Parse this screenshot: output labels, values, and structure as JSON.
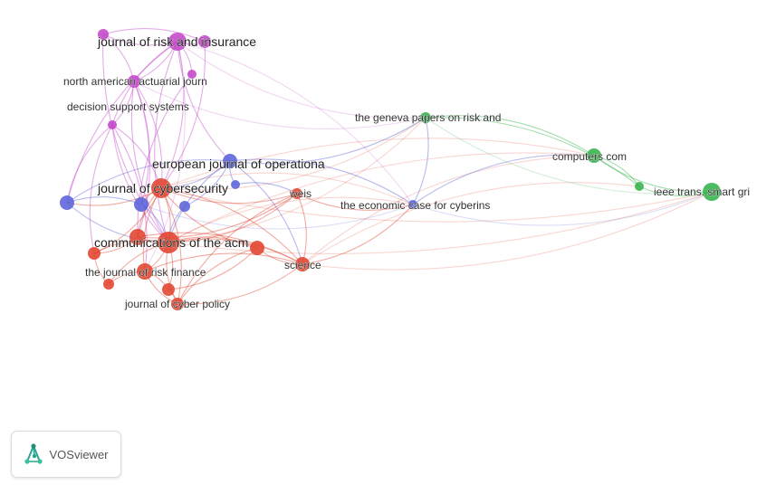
{
  "app": {
    "brand_name": "VOSviewer",
    "brand_logo_icon": "vosviewer-logo-icon"
  },
  "clusters": {
    "red": "#e1432d",
    "blue": "#5a63d9",
    "green": "#34b34a",
    "magenta": "#c346c9"
  },
  "nodes": [
    {
      "id": "jri",
      "label": "journal of risk and insurance",
      "cluster": "magenta",
      "weight": 10,
      "big": true
    },
    {
      "id": "naaj",
      "label": "north american actuarial journ",
      "cluster": "magenta",
      "weight": 7
    },
    {
      "id": "dss",
      "label": "decision support systems",
      "cluster": "magenta",
      "weight": 5
    },
    {
      "id": "m1",
      "label": "",
      "cluster": "magenta",
      "weight": 6
    },
    {
      "id": "m2",
      "label": "",
      "cluster": "magenta",
      "weight": 7
    },
    {
      "id": "m3",
      "label": "",
      "cluster": "magenta",
      "weight": 5
    },
    {
      "id": "ejor",
      "label": "european journal of operationa",
      "cluster": "blue",
      "weight": 8,
      "big": true
    },
    {
      "id": "joc",
      "label": "journal of cybersecurity",
      "cluster": "red",
      "weight": 11,
      "big": true
    },
    {
      "id": "b1",
      "label": "",
      "cluster": "blue",
      "weight": 8
    },
    {
      "id": "b2",
      "label": "",
      "cluster": "blue",
      "weight": 8
    },
    {
      "id": "b3",
      "label": "",
      "cluster": "blue",
      "weight": 6
    },
    {
      "id": "b4",
      "label": "",
      "cluster": "blue",
      "weight": 5
    },
    {
      "id": "ecc",
      "label": "the economic case for cyberins",
      "cluster": "blue",
      "weight": 5
    },
    {
      "id": "wis",
      "label": "weis",
      "cluster": "red",
      "weight": 6
    },
    {
      "id": "cacm",
      "label": "communications of the acm",
      "cluster": "red",
      "weight": 12,
      "big": true
    },
    {
      "id": "jrf",
      "label": "the journal of risk finance",
      "cluster": "red",
      "weight": 9
    },
    {
      "id": "jcp",
      "label": "journal of cyber policy",
      "cluster": "red",
      "weight": 7
    },
    {
      "id": "sci",
      "label": "science",
      "cluster": "red",
      "weight": 8
    },
    {
      "id": "r1",
      "label": "",
      "cluster": "red",
      "weight": 9
    },
    {
      "id": "r2",
      "label": "",
      "cluster": "red",
      "weight": 7
    },
    {
      "id": "r3",
      "label": "",
      "cluster": "red",
      "weight": 8
    },
    {
      "id": "r4",
      "label": "",
      "cluster": "red",
      "weight": 6
    },
    {
      "id": "r5",
      "label": "",
      "cluster": "red",
      "weight": 7
    },
    {
      "id": "gp",
      "label": "the geneva papers on risk and",
      "cluster": "green",
      "weight": 6
    },
    {
      "id": "cr",
      "label": "computers com",
      "cluster": "green",
      "weight": 8
    },
    {
      "id": "g1",
      "label": "",
      "cluster": "green",
      "weight": 5
    },
    {
      "id": "ieee",
      "label": "ieee trans. smart gri",
      "cluster": "green",
      "weight": 10
    }
  ],
  "edges": [
    [
      "jri",
      "naaj"
    ],
    [
      "jri",
      "dss"
    ],
    [
      "jri",
      "m1"
    ],
    [
      "jri",
      "m2"
    ],
    [
      "jri",
      "m3"
    ],
    [
      "jri",
      "cacm"
    ],
    [
      "jri",
      "joc"
    ],
    [
      "jri",
      "ejor"
    ],
    [
      "jri",
      "jrf"
    ],
    [
      "jri",
      "gp"
    ],
    [
      "jri",
      "ecc"
    ],
    [
      "jri",
      "b1"
    ],
    [
      "naaj",
      "dss"
    ],
    [
      "naaj",
      "m1"
    ],
    [
      "naaj",
      "joc"
    ],
    [
      "naaj",
      "cacm"
    ],
    [
      "naaj",
      "b2"
    ],
    [
      "naaj",
      "gp"
    ],
    [
      "naaj",
      "r1"
    ],
    [
      "dss",
      "cacm"
    ],
    [
      "dss",
      "joc"
    ],
    [
      "dss",
      "b1"
    ],
    [
      "dss",
      "jrf"
    ],
    [
      "dss",
      "r2"
    ],
    [
      "m1",
      "m2"
    ],
    [
      "m1",
      "cacm"
    ],
    [
      "m2",
      "joc"
    ],
    [
      "m3",
      "r1"
    ],
    [
      "ejor",
      "joc"
    ],
    [
      "ejor",
      "cacm"
    ],
    [
      "ejor",
      "b3"
    ],
    [
      "ejor",
      "b4"
    ],
    [
      "ejor",
      "ecc"
    ],
    [
      "ejor",
      "gp"
    ],
    [
      "ejor",
      "sci"
    ],
    [
      "ejor",
      "b1"
    ],
    [
      "joc",
      "cacm"
    ],
    [
      "joc",
      "jrf"
    ],
    [
      "joc",
      "jcp"
    ],
    [
      "joc",
      "wis"
    ],
    [
      "joc",
      "sci"
    ],
    [
      "joc",
      "r1"
    ],
    [
      "joc",
      "r2"
    ],
    [
      "joc",
      "r3"
    ],
    [
      "joc",
      "b1"
    ],
    [
      "joc",
      "b2"
    ],
    [
      "joc",
      "ecc"
    ],
    [
      "joc",
      "gp"
    ],
    [
      "joc",
      "cr"
    ],
    [
      "joc",
      "ieee"
    ],
    [
      "b1",
      "b2"
    ],
    [
      "b1",
      "cacm"
    ],
    [
      "b2",
      "cacm"
    ],
    [
      "b3",
      "cacm"
    ],
    [
      "b4",
      "wis"
    ],
    [
      "b2",
      "ecc"
    ],
    [
      "cacm",
      "jrf"
    ],
    [
      "cacm",
      "jcp"
    ],
    [
      "cacm",
      "sci"
    ],
    [
      "cacm",
      "wis"
    ],
    [
      "cacm",
      "r1"
    ],
    [
      "cacm",
      "r2"
    ],
    [
      "cacm",
      "r3"
    ],
    [
      "cacm",
      "r4"
    ],
    [
      "cacm",
      "r5"
    ],
    [
      "cacm",
      "gp"
    ],
    [
      "cacm",
      "cr"
    ],
    [
      "cacm",
      "ieee"
    ],
    [
      "cacm",
      "ecc"
    ],
    [
      "jrf",
      "jcp"
    ],
    [
      "jrf",
      "sci"
    ],
    [
      "jrf",
      "r4"
    ],
    [
      "jrf",
      "r5"
    ],
    [
      "jcp",
      "sci"
    ],
    [
      "jcp",
      "r3"
    ],
    [
      "jcp",
      "r5"
    ],
    [
      "jcp",
      "wis"
    ],
    [
      "sci",
      "wis"
    ],
    [
      "sci",
      "r3"
    ],
    [
      "sci",
      "ecc"
    ],
    [
      "sci",
      "cr"
    ],
    [
      "sci",
      "ieee"
    ],
    [
      "sci",
      "g1"
    ],
    [
      "sci",
      "r1"
    ],
    [
      "wis",
      "r1"
    ],
    [
      "wis",
      "ecc"
    ],
    [
      "r1",
      "r2"
    ],
    [
      "r2",
      "r4"
    ],
    [
      "r3",
      "r5"
    ],
    [
      "ecc",
      "gp"
    ],
    [
      "ecc",
      "cr"
    ],
    [
      "ecc",
      "ieee"
    ],
    [
      "gp",
      "cr"
    ],
    [
      "gp",
      "ieee"
    ],
    [
      "gp",
      "g1"
    ],
    [
      "cr",
      "ieee"
    ],
    [
      "cr",
      "g1"
    ],
    [
      "g1",
      "ieee"
    ]
  ]
}
